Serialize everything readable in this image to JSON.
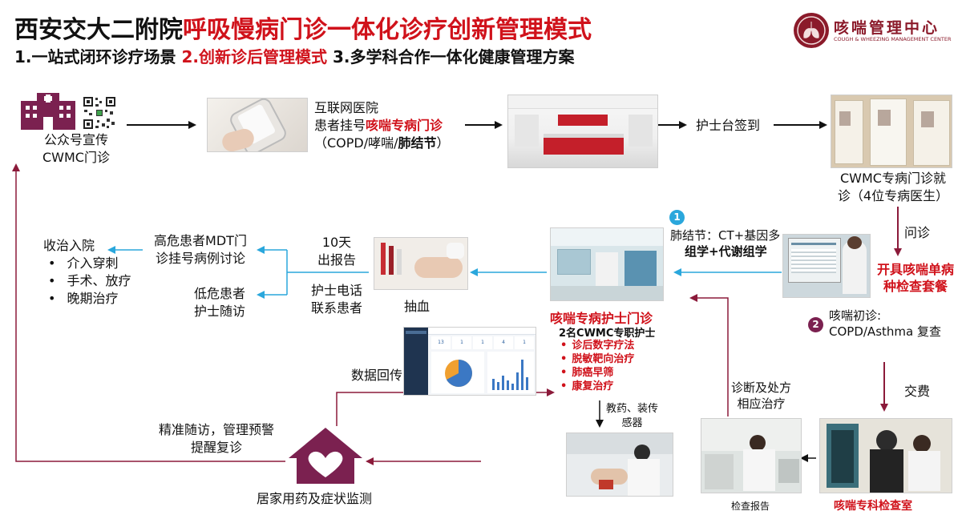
{
  "header": {
    "title_black": "西安交大二附院",
    "title_red": "呼吸慢病门诊一体化诊疗创新管理模式",
    "sub1": "1.一站式闭环诊疗场景",
    "sub2": "2.创新诊后管理模式",
    "sub3": "3.多学科合作一体化健康管理方案"
  },
  "logo": {
    "cn": "咳喘管理中心",
    "en": "COUGH & WHEEZING MANAGEMENT CENTER"
  },
  "nodes": {
    "publicity_l1": "公众号宣传",
    "publicity_l2": "CWMC门诊",
    "internet_l1": "互联网医院",
    "internet_l2a": "患者挂号",
    "internet_l2b": "咳喘专病门诊",
    "internet_l3a": "（COPD/哮喘/",
    "internet_l3b": "肺结节",
    "internet_l3c": "）",
    "nurse_checkin": "护士台签到",
    "cwmc_l1": "CWMC专病门诊就",
    "cwmc_l2": "诊（4位专病医生）",
    "consult": "问诊",
    "order_l1": "开具咳喘单病",
    "order_l2": "种检查套餐",
    "step2_num": "2",
    "step2_l1": "咳喘初诊:",
    "step2_l2": "COPD/Asthma 复查",
    "pay": "交费",
    "exam_room": "咳喘专科检查室",
    "exam_report": "检查报告",
    "diag_l1": "诊断及处方",
    "diag_l2": "相应治疗",
    "step1_num": "1",
    "nodule_l1": "肺结节：CT+基因多",
    "nodule_l2": "组学+代谢组学",
    "nurse_clinic_title": "咳喘专病护士门诊",
    "nurse_clinic_sub": "2名CWMC专职护士",
    "nurse_items": [
      "诊后数字疗法",
      "脱敏靶向治疗",
      "肺癌早筛",
      "康复治疗"
    ],
    "teach_l1": "教药、装传",
    "teach_l2": "感器",
    "blood": "抽血",
    "report_l1": "10天",
    "report_l2": "出报告",
    "phone_l1": "护士电话",
    "phone_l2": "联系患者",
    "high_l1": "高危患者MDT门",
    "high_l2": "诊挂号病例讨论",
    "low_l1": "低危患者",
    "low_l2": "护士随访",
    "admit_title": "收治入院",
    "admit_items": [
      "介入穿刺",
      "手术、放疗",
      "晚期治疗"
    ],
    "data_return": "数据回传",
    "followup_l1": "精准随访，管理预警",
    "followup_l2": "提醒复诊",
    "home": "居家用药及症状监测"
  },
  "dashboard": {
    "kpis": [
      "13",
      "1",
      "1",
      "4",
      "1"
    ]
  },
  "colors": {
    "red": "#d0121b",
    "purple": "#7b2150",
    "blue_arrow": "#2aa7dc",
    "dark_red_arrow": "#8b1a3a"
  }
}
